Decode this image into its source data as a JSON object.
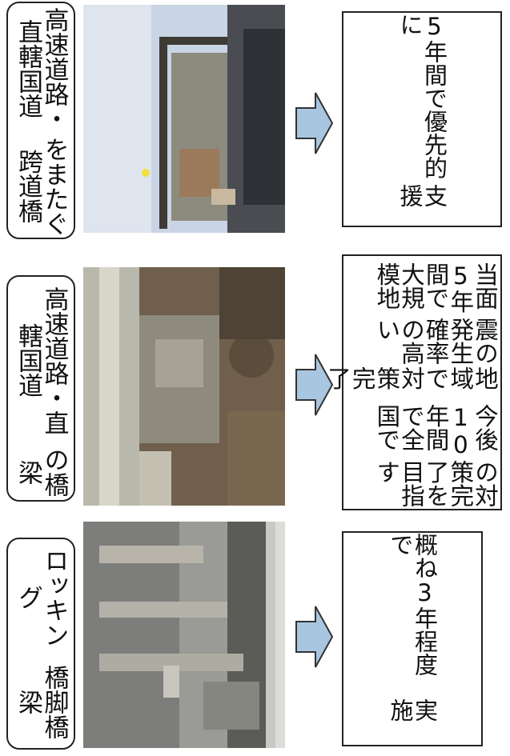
{
  "rows": [
    {
      "label_lines": [
        "ロッキング",
        "橋脚橋梁"
      ],
      "photo_alt": "rocking-pier-bridge-photo",
      "result_lines": [
        "概ね3年程度で",
        "実施"
      ]
    },
    {
      "label_lines": [
        "高速道路・直轄国道",
        "の橋梁"
      ],
      "photo_alt": "expressway-bridge-bearing-photo",
      "result_lines": [
        "当面5年間で大規模地",
        "震の発生確率の高い",
        "地域で対策完了",
        "今後10年間で全国で",
        "の対策完了を目指す"
      ]
    },
    {
      "label_lines": [
        "高速道路・直轄国道",
        "をまたぐ跨道橋"
      ],
      "photo_alt": "overpass-bridge-photo",
      "result_lines": [
        "5年間で優先的に",
        "支援"
      ]
    }
  ],
  "colors": {
    "arrow_fill": "#a9c6e0",
    "arrow_stroke": "#333333",
    "border": "#222222"
  }
}
